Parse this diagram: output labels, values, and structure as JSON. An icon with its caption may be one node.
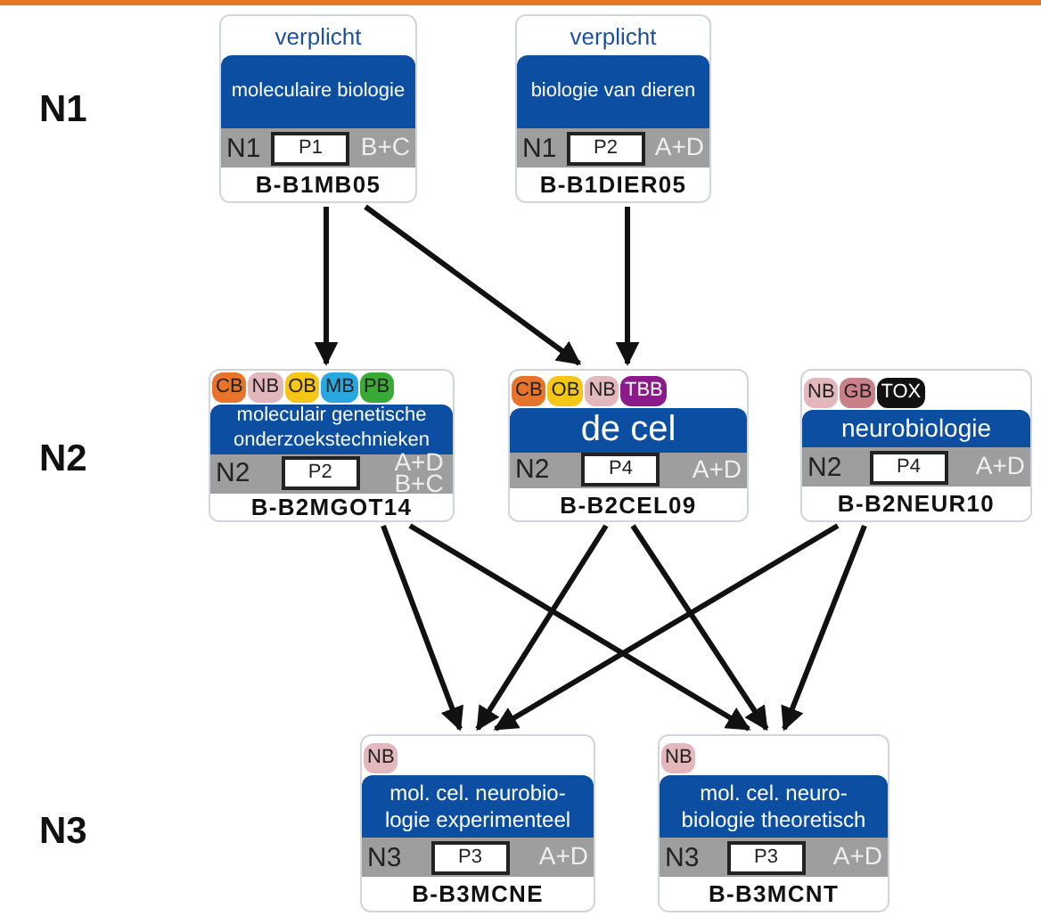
{
  "diagram": {
    "nodes": [
      {
        "text": [
          "verplicht",
          "moleculaire biologie",
          "N1",
          "P1",
          "B+C",
          "B-B1MB05"
        ]
      },
      {
        "text": [
          "verplicht",
          "biologie van dieren",
          "N1",
          "P2",
          "A+D",
          "B-B1DIER05"
        ]
      },
      {
        "text": [
          "moleculair genetische onderzoekstechnieken",
          "N2",
          "P2",
          "A+D B+C",
          "B-B2MGOT14"
        ]
      },
      {
        "text": [
          "CB"
        ],
        "in": 2
      },
      {
        "text": [
          "NB"
        ],
        "in": 2
      },
      {
        "text": [
          "OB"
        ],
        "in": 2
      },
      {
        "text": [
          "MB"
        ],
        "in": 2
      },
      {
        "text": [
          "PB"
        ],
        "in": 2
      },
      {
        "text": [
          "de cel",
          "N2",
          "P4",
          "A+D",
          "B-B2CEL09"
        ]
      },
      {
        "text": [
          "CB"
        ],
        "in": 8
      },
      {
        "text": [
          "OB"
        ],
        "in": 8
      },
      {
        "text": [
          "NB"
        ],
        "in": 8
      },
      {
        "text": [
          "TBB"
        ],
        "in": 8
      },
      {
        "text": [
          "neurobiologie",
          "N2",
          "P4",
          "A+D",
          "B-B2NEUR10"
        ]
      },
      {
        "text": [
          "NB"
        ],
        "in": 13
      },
      {
        "text": [
          "GB"
        ],
        "in": 13
      },
      {
        "text": [
          "TOX"
        ],
        "in": 13
      },
      {
        "text": [
          "mol. cel. neurobio- logie experimenteel",
          "N3",
          "P3",
          "A+D",
          "B-B3MCNE"
        ]
      },
      {
        "text": [
          "NB"
        ],
        "in": 17
      },
      {
        "text": [
          "mol. cel. neuro- biologie theoretisch",
          "N3",
          "P3",
          "A+D",
          "B-B3MCNT"
        ]
      },
      {
        "text": [
          "NB"
        ],
        "in": 19
      }
    ],
    "edges": [
      {
        "from": 0,
        "to": 2,
        "arrow": "to"
      },
      {
        "from": 0,
        "to": 8,
        "arrow": "to"
      },
      {
        "from": 1,
        "to": 8,
        "arrow": "to"
      },
      {
        "from": 2,
        "to": 17,
        "arrow": "to"
      },
      {
        "from": 2,
        "to": 19,
        "arrow": "to"
      },
      {
        "from": 8,
        "to": 17,
        "arrow": "to"
      },
      {
        "from": 8,
        "to": 19,
        "arrow": "to"
      },
      {
        "from": 13,
        "to": 17,
        "arrow": "to"
      },
      {
        "from": 13,
        "to": 19,
        "arrow": "to"
      }
    ],
    "labels": [
      "N1",
      "N2",
      "N3"
    ]
  }
}
